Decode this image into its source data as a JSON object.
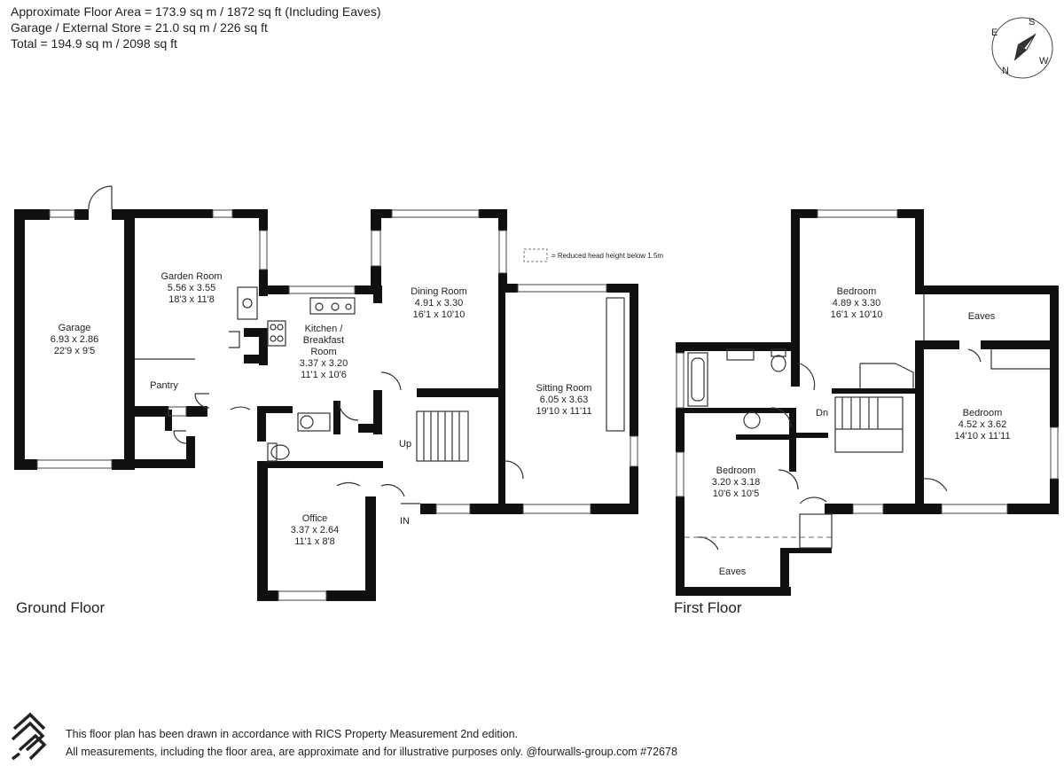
{
  "header": {
    "line1": "Approximate Floor Area = 173.9 sq m / 1872 sq ft (Including Eaves)",
    "line2": "Garage / External Store = 21.0 sq m / 226 sq ft",
    "line3": "Total = 194.9 sq m / 2098 sq ft"
  },
  "compass": {
    "s": "S",
    "e": "E",
    "w": "W",
    "n": "N"
  },
  "legend": {
    "text": "= Reduced head height below 1.5m"
  },
  "ground_floor": {
    "label": "Ground Floor",
    "garage": {
      "name": "Garage",
      "metric": "6.93 x 2.86",
      "imperial": "22'9 x 9'5"
    },
    "garden_room": {
      "name": "Garden Room",
      "metric": "5.56 x 3.55",
      "imperial": "18'3 x 11'8"
    },
    "pantry": {
      "name": "Pantry"
    },
    "kitchen": {
      "name1": "Kitchen /",
      "name2": "Breakfast",
      "name3": "Room",
      "metric": "3.37 x 3.20",
      "imperial": "11'1 x 10'6"
    },
    "dining": {
      "name": "Dining Room",
      "metric": "4.91 x 3.30",
      "imperial": "16'1 x 10'10"
    },
    "sitting": {
      "name": "Sitting Room",
      "metric": "6.05 x 3.63",
      "imperial": "19'10 x 11'11"
    },
    "office": {
      "name": "Office",
      "metric": "3.37 x 2.64",
      "imperial": "11'1 x 8'8"
    },
    "up": "Up",
    "entrance": "IN"
  },
  "first_floor": {
    "label": "First Floor",
    "bedroom1": {
      "name": "Bedroom",
      "metric": "4.89 x 3.30",
      "imperial": "16'1 x 10'10"
    },
    "eaves1": "Eaves",
    "bedroom2": {
      "name": "Bedroom",
      "metric": "4.52 x 3.62",
      "imperial": "14'10 x 11'11"
    },
    "bedroom3": {
      "name": "Bedroom",
      "metric": "3.20 x 3.18",
      "imperial": "10'6 x 10'5"
    },
    "eaves2": "Eaves",
    "down": "Dn"
  },
  "footer": {
    "line1": "This floor plan has been drawn in accordance with RICS Property Measurement 2nd edition.",
    "line2": "All measurements, including the floor area, are approximate and for illustrative purposes only. @fourwalls-group.com #72678"
  }
}
